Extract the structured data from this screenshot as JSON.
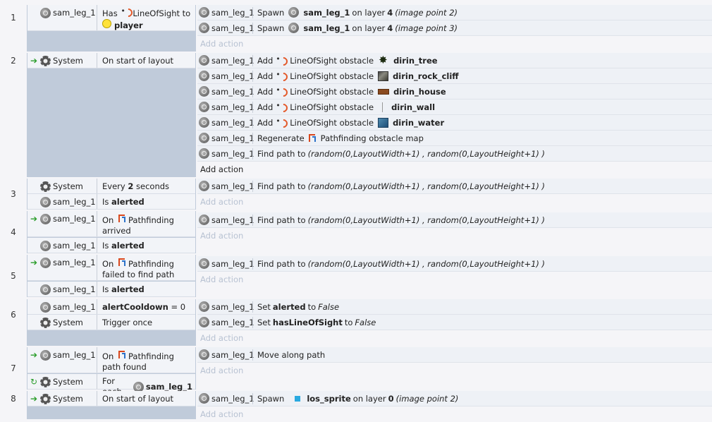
{
  "events": [
    {
      "number": "1",
      "conditions": [
        {
          "object": "sam_leg_1",
          "parts": [
            "Has",
            "LineOfSight to",
            "player"
          ]
        }
      ],
      "actions": [
        {
          "object": "sam_leg_1",
          "verb": "Spawn",
          "target": "sam_leg_1",
          "mid": "on layer",
          "layer": "4",
          "point": "(image point 2)"
        },
        {
          "object": "sam_leg_1",
          "verb": "Spawn",
          "target": "sam_leg_1",
          "mid": "on layer",
          "layer": "4",
          "point": "(image point 3)"
        }
      ],
      "add_action": "Add action"
    },
    {
      "number": "2",
      "conditions": [
        {
          "object": "System",
          "text": "On start of layout"
        }
      ],
      "actions": [
        {
          "object": "sam_leg_1",
          "verb": "Add",
          "behavior": "LineOfSight obstacle",
          "target": "dirin_tree"
        },
        {
          "object": "sam_leg_1",
          "verb": "Add",
          "behavior": "LineOfSight obstacle",
          "target": "dirin_rock_cliff"
        },
        {
          "object": "sam_leg_1",
          "verb": "Add",
          "behavior": "LineOfSight obstacle",
          "target": "dirin_house"
        },
        {
          "object": "sam_leg_1",
          "verb": "Add",
          "behavior": "LineOfSight obstacle",
          "target": "dirin_wall"
        },
        {
          "object": "sam_leg_1",
          "verb": "Add",
          "behavior": "LineOfSight obstacle",
          "target": "dirin_water"
        },
        {
          "object": "sam_leg_1",
          "verb": "Regenerate",
          "behavior": "Pathfinding obstacle map"
        },
        {
          "object": "sam_leg_1",
          "verb": "Find path to",
          "expr": "(random(0,LayoutWidth+1) , random(0,LayoutHeight+1) )"
        }
      ],
      "add_action": "Add action"
    },
    {
      "number": "3",
      "conditions": [
        {
          "object": "System",
          "pre": "Every",
          "bold": "2",
          "post": "seconds"
        },
        {
          "object": "sam_leg_1",
          "pre": "Is",
          "bold": "alerted"
        }
      ],
      "actions": [
        {
          "object": "sam_leg_1",
          "verb": "Find path to",
          "expr": "(random(0,LayoutWidth+1) , random(0,LayoutHeight+1) )"
        }
      ],
      "add_action": "Add action"
    },
    {
      "number": "4",
      "conditions": [
        {
          "object": "sam_leg_1",
          "pre": "On",
          "behavior": "Pathfinding",
          "line2": "arrived"
        },
        {
          "object": "sam_leg_1",
          "pre": "Is",
          "bold": "alerted"
        }
      ],
      "actions": [
        {
          "object": "sam_leg_1",
          "verb": "Find path to",
          "expr": "(random(0,LayoutWidth+1) , random(0,LayoutHeight+1) )"
        }
      ],
      "add_action": "Add action"
    },
    {
      "number": "5",
      "conditions": [
        {
          "object": "sam_leg_1",
          "pre": "On",
          "behavior": "Pathfinding",
          "line2": "failed to find path"
        },
        {
          "object": "sam_leg_1",
          "pre": "Is",
          "bold": "alerted"
        }
      ],
      "actions": [
        {
          "object": "sam_leg_1",
          "verb": "Find path to",
          "expr": "(random(0,LayoutWidth+1) , random(0,LayoutHeight+1) )"
        }
      ],
      "add_action": "Add action"
    },
    {
      "number": "6",
      "conditions": [
        {
          "object": "sam_leg_1",
          "bold": "alertCooldown",
          "post": "= 0"
        },
        {
          "object": "System",
          "text": "Trigger once"
        }
      ],
      "actions": [
        {
          "object": "sam_leg_1",
          "verb": "Set",
          "bold": "alerted",
          "mid": "to",
          "value": "False"
        },
        {
          "object": "sam_leg_1",
          "verb": "Set",
          "bold": "hasLineOfSight",
          "mid": "to",
          "value": "False"
        }
      ],
      "add_action": "Add action"
    },
    {
      "number": "7",
      "conditions": [
        {
          "object": "sam_leg_1",
          "pre": "On",
          "behavior": "Pathfinding",
          "line2": "path found"
        },
        {
          "object": "System",
          "pre": "For each",
          "target": "sam_leg_1"
        }
      ],
      "actions": [
        {
          "object": "sam_leg_1",
          "verb": "Move along path"
        }
      ],
      "add_action": "Add action"
    },
    {
      "number": "8",
      "conditions": [
        {
          "object": "System",
          "text": "On start of layout"
        }
      ],
      "actions": [
        {
          "object": "sam_leg_1",
          "verb": "Spawn",
          "target": "los_sprite",
          "mid": "on layer",
          "layer": "0",
          "point": "(image point 2)"
        }
      ],
      "add_action": "Add action"
    }
  ]
}
